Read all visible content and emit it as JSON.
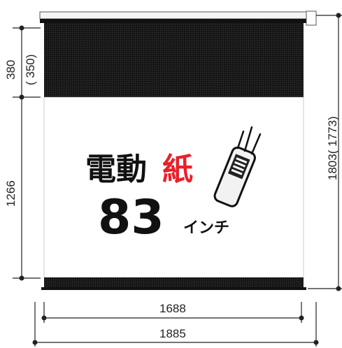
{
  "product": {
    "title_part1": "電動",
    "title_part2": "紙",
    "size_number": "83",
    "size_unit": "インチ"
  },
  "dimensions": {
    "top_band": "380",
    "top_band_alt": "( 350)",
    "screen_height": "1266",
    "total_height": "1803( 1773)",
    "screen_width": "1688",
    "total_width": "1885"
  },
  "colors": {
    "black_band": "#1a1a1a",
    "accent_red": "#e8202a",
    "line": "#222222"
  },
  "icons": [
    "remote-control-icon",
    "signal-waves-icon"
  ]
}
